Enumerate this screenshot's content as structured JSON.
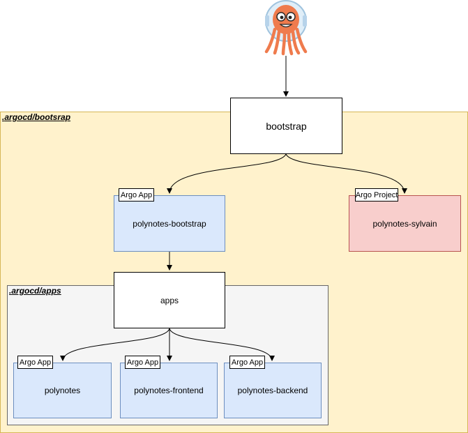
{
  "groups": {
    "bootstrap_group": "argocd/bootsrap",
    "apps_group": "argocd/apps"
  },
  "nodes": {
    "bootstrap": "bootstrap",
    "polynotes_bootstrap": "polynotes-bootstrap",
    "polynotes_sylvain": "polynotes-sylvain",
    "apps": "apps",
    "polynotes": "polynotes",
    "polynotes_frontend": "polynotes-frontend",
    "polynotes_backend": "polynotes-backend"
  },
  "tags": {
    "argo_app": "Argo App",
    "argo_project": "Argo Project"
  },
  "logo": {
    "name": "argo-octopus-logo",
    "colors": {
      "body": "#ef7b4d",
      "helmet": "#e0eef8"
    }
  },
  "colors": {
    "group_fill": "#fff2cc",
    "group_stroke": "#d6b656",
    "inner_fill": "#f5f5f5",
    "inner_stroke": "#666666",
    "blue_fill": "#dae8fc",
    "blue_stroke": "#6c8ebf",
    "red_fill": "#f8cecc",
    "red_stroke": "#b85450"
  }
}
